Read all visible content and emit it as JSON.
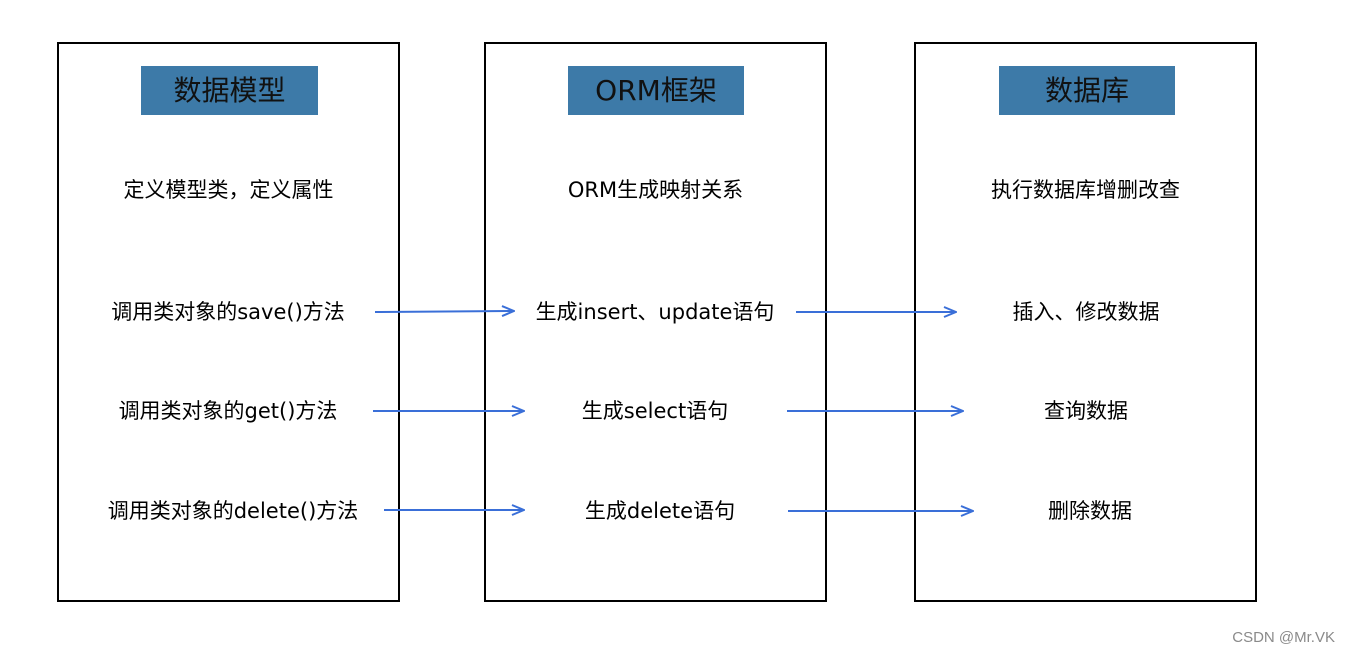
{
  "columns": [
    {
      "header": "数据模型",
      "description": "定义模型类，定义属性",
      "rows": [
        "调用类对象的save()方法",
        "调用类对象的get()方法",
        "调用类对象的delete()方法"
      ]
    },
    {
      "header": "ORM框架",
      "description": "ORM生成映射关系",
      "rows": [
        "生成insert、update语句",
        "生成select语句",
        "生成delete语句"
      ]
    },
    {
      "header": "数据库",
      "description": "执行数据库增删改查",
      "rows": [
        "插入、修改数据",
        "查询数据",
        "删除数据"
      ]
    }
  ],
  "colors": {
    "header_bg": "#3d7aa8",
    "arrow": "#3a6fd8",
    "border": "#000000"
  },
  "watermark": "CSDN @Mr.VK"
}
